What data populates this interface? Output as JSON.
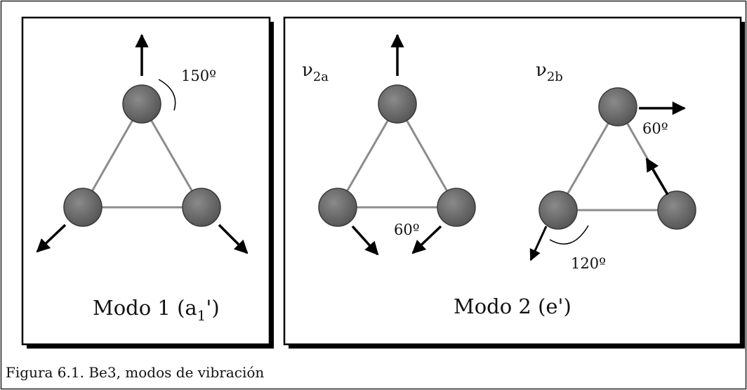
{
  "figure": {
    "caption": "Figura 6.1. Be3, modos de vibración",
    "panel1": {
      "angle_label": "150º",
      "title_main": "Modo 1 (a",
      "title_sub": "1",
      "title_end": "')"
    },
    "panel2": {
      "mode_a": {
        "symbol": "ν",
        "sub": "2a",
        "angle_label": "60º"
      },
      "mode_b": {
        "symbol": "ν",
        "sub": "2b",
        "angle_label_top": "60º",
        "angle_label_bottom": "120º"
      },
      "title": "Modo 2 (e')"
    }
  }
}
